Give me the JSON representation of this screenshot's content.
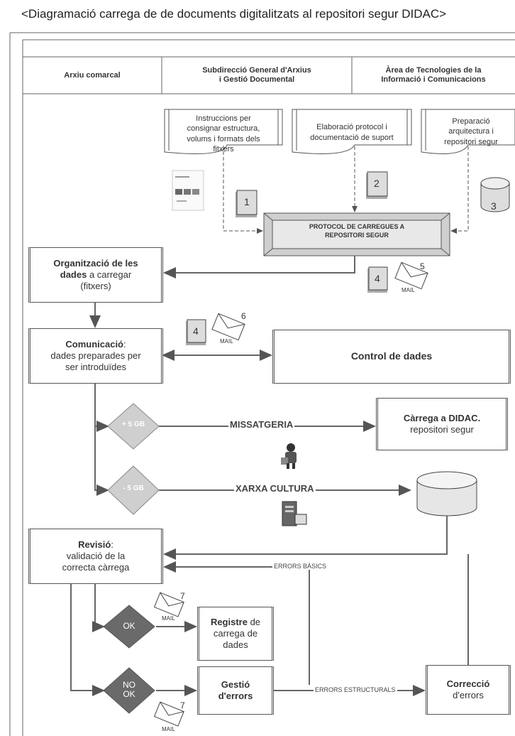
{
  "title": "<Diagramació carrega de de documents digitalitzats al repositori segur DIDAC>",
  "lanes": [
    {
      "label": "Arxiu comarcal"
    },
    {
      "label_line1": "Subdirecció General d'Arxius",
      "label_line2": "i Gestió Documental"
    },
    {
      "label_line1": "Àrea de Tecnologies de la",
      "label_line2": "Informació i Comunicacions"
    }
  ],
  "docs": {
    "instructions": [
      "Instruccions per",
      "consignar estructura,",
      "volums i formats dels",
      "fitxers"
    ],
    "protocol_doc": [
      "Elaboració protocol i",
      "documentació de suport"
    ],
    "architecture": [
      "Preparació",
      "arquitectura i",
      "repositori segur"
    ]
  },
  "protocol": {
    "line1": "PROTOCOL DE CARREGUES A",
    "line2": "REPOSITORI SEGUR"
  },
  "organitzacio": {
    "bold1": "Organització de les",
    "bold2": "dades",
    "rest": " a carregar",
    "line3": "(fitxers)"
  },
  "comunicacio": {
    "bold": "Comunicació",
    "rest": ":",
    "line2": "dades preparades per",
    "line3": "ser introduïdes"
  },
  "control": "Control de dades",
  "carrega": {
    "bold": "Càrrega a DIDAC.",
    "line2": "repositori segur"
  },
  "revisio": {
    "bold": "Revisió",
    "rest": ":",
    "line2": "validació de la",
    "line3": "correcta càrrega"
  },
  "registre": {
    "bold": "Registre",
    "rest": " de",
    "line2": "carrega de",
    "line3": "dades"
  },
  "gestio": {
    "line1": "Gestió",
    "line2": "d'errors"
  },
  "correccio": {
    "line1": "Correcció",
    "line2": "d'errors"
  },
  "decisions": {
    "plus": "+ 5 GB",
    "minus": "- 5 GB",
    "ok": "OK",
    "nok1": "NO",
    "nok2": "OK"
  },
  "flows": {
    "missatgeria": "MISSATGERIA",
    "xarxa": "XARXA CULTURA",
    "errors_basics": "ERRORS BÀSICS",
    "errors_estructurals": "ERRORS ESTRUCTURALS"
  },
  "numbers": {
    "n1": "1",
    "n2": "2",
    "n3": "3",
    "n4a": "4",
    "n5": "5",
    "n4b": "4",
    "n6": "6",
    "n7a": "7",
    "n7b": "7"
  },
  "mail": "MAIL",
  "colors": {
    "line": "#555555",
    "decision_light": "#c8c8c8",
    "decision_dark": "#6a6a6a",
    "protocol_fill": "#e6e6e6"
  }
}
